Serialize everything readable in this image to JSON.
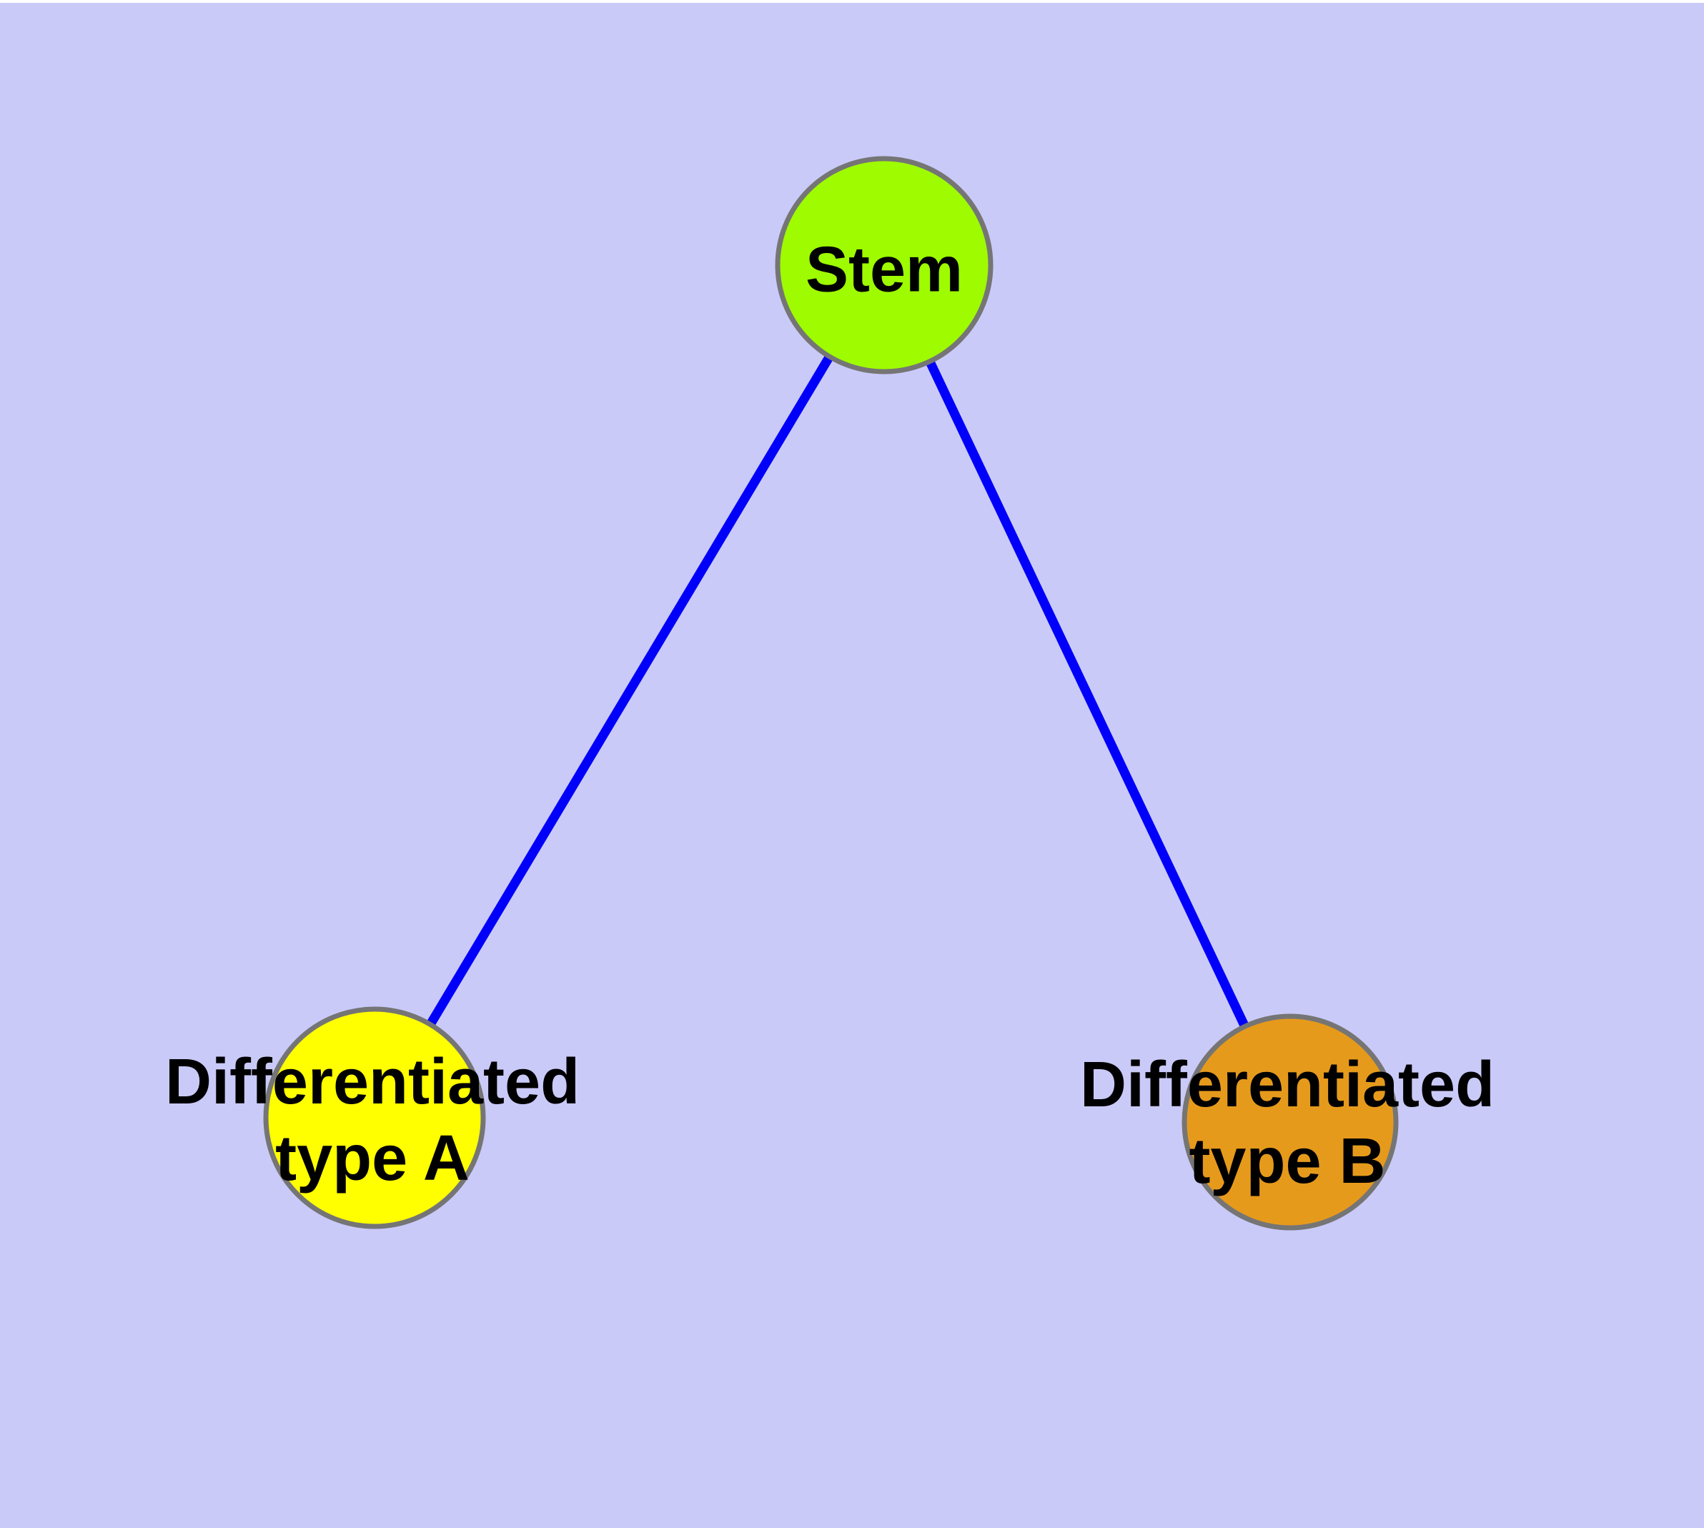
{
  "diagram": {
    "type": "node-link-graph",
    "background_color": "#cacaf9",
    "margin_color": "#ffffff",
    "edge_color": "#0000fa",
    "node_border_color": "#757575",
    "label_color": "#000000",
    "nodes": [
      {
        "id": "stem",
        "label": "Stem",
        "lines": [
          "Stem"
        ],
        "fill": "#9efb00"
      },
      {
        "id": "differentiated-type-a",
        "label": "Differentiated type A",
        "lines": [
          "Differentiated",
          "type A"
        ],
        "fill": "#ffff00"
      },
      {
        "id": "differentiated-type-b",
        "label": "Differentiated type B",
        "lines": [
          "Differentiated",
          "type B"
        ],
        "fill": "#e69a1c"
      }
    ],
    "edges": [
      {
        "from": "Stem",
        "to": "Differentiated type A"
      },
      {
        "from": "Stem",
        "to": "Differentiated type B"
      }
    ]
  }
}
